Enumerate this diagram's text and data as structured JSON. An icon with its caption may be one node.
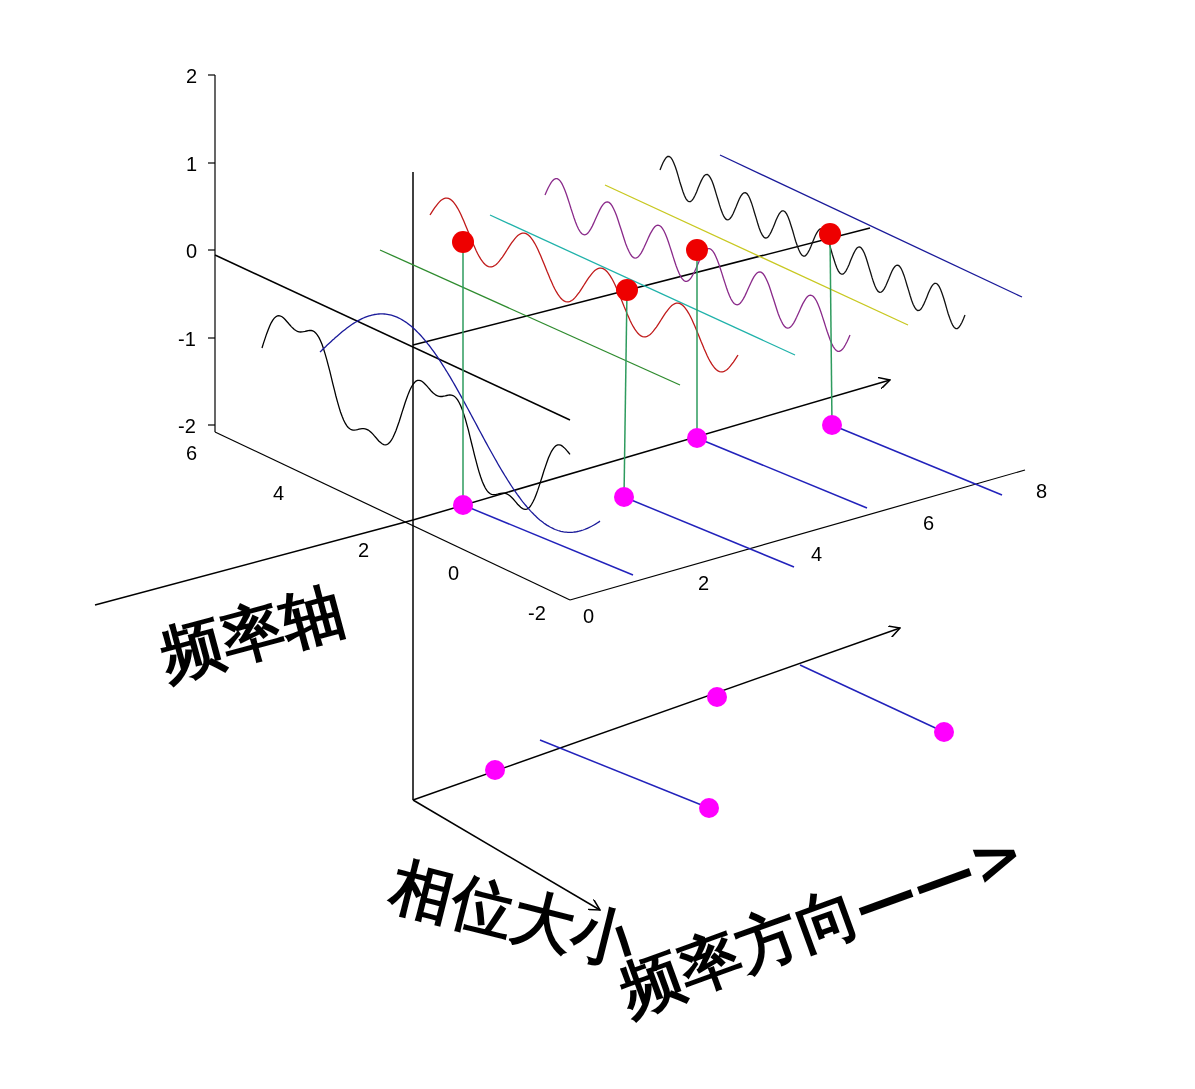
{
  "diagram": {
    "labels": [
      "2",
      "1",
      "0",
      "-1",
      "-2",
      "6",
      "4",
      "2",
      "0",
      "-2",
      "0",
      "2",
      "4",
      "6",
      "8",
      "频率轴",
      "相位大小",
      "频率方向——>"
    ]
  }
}
